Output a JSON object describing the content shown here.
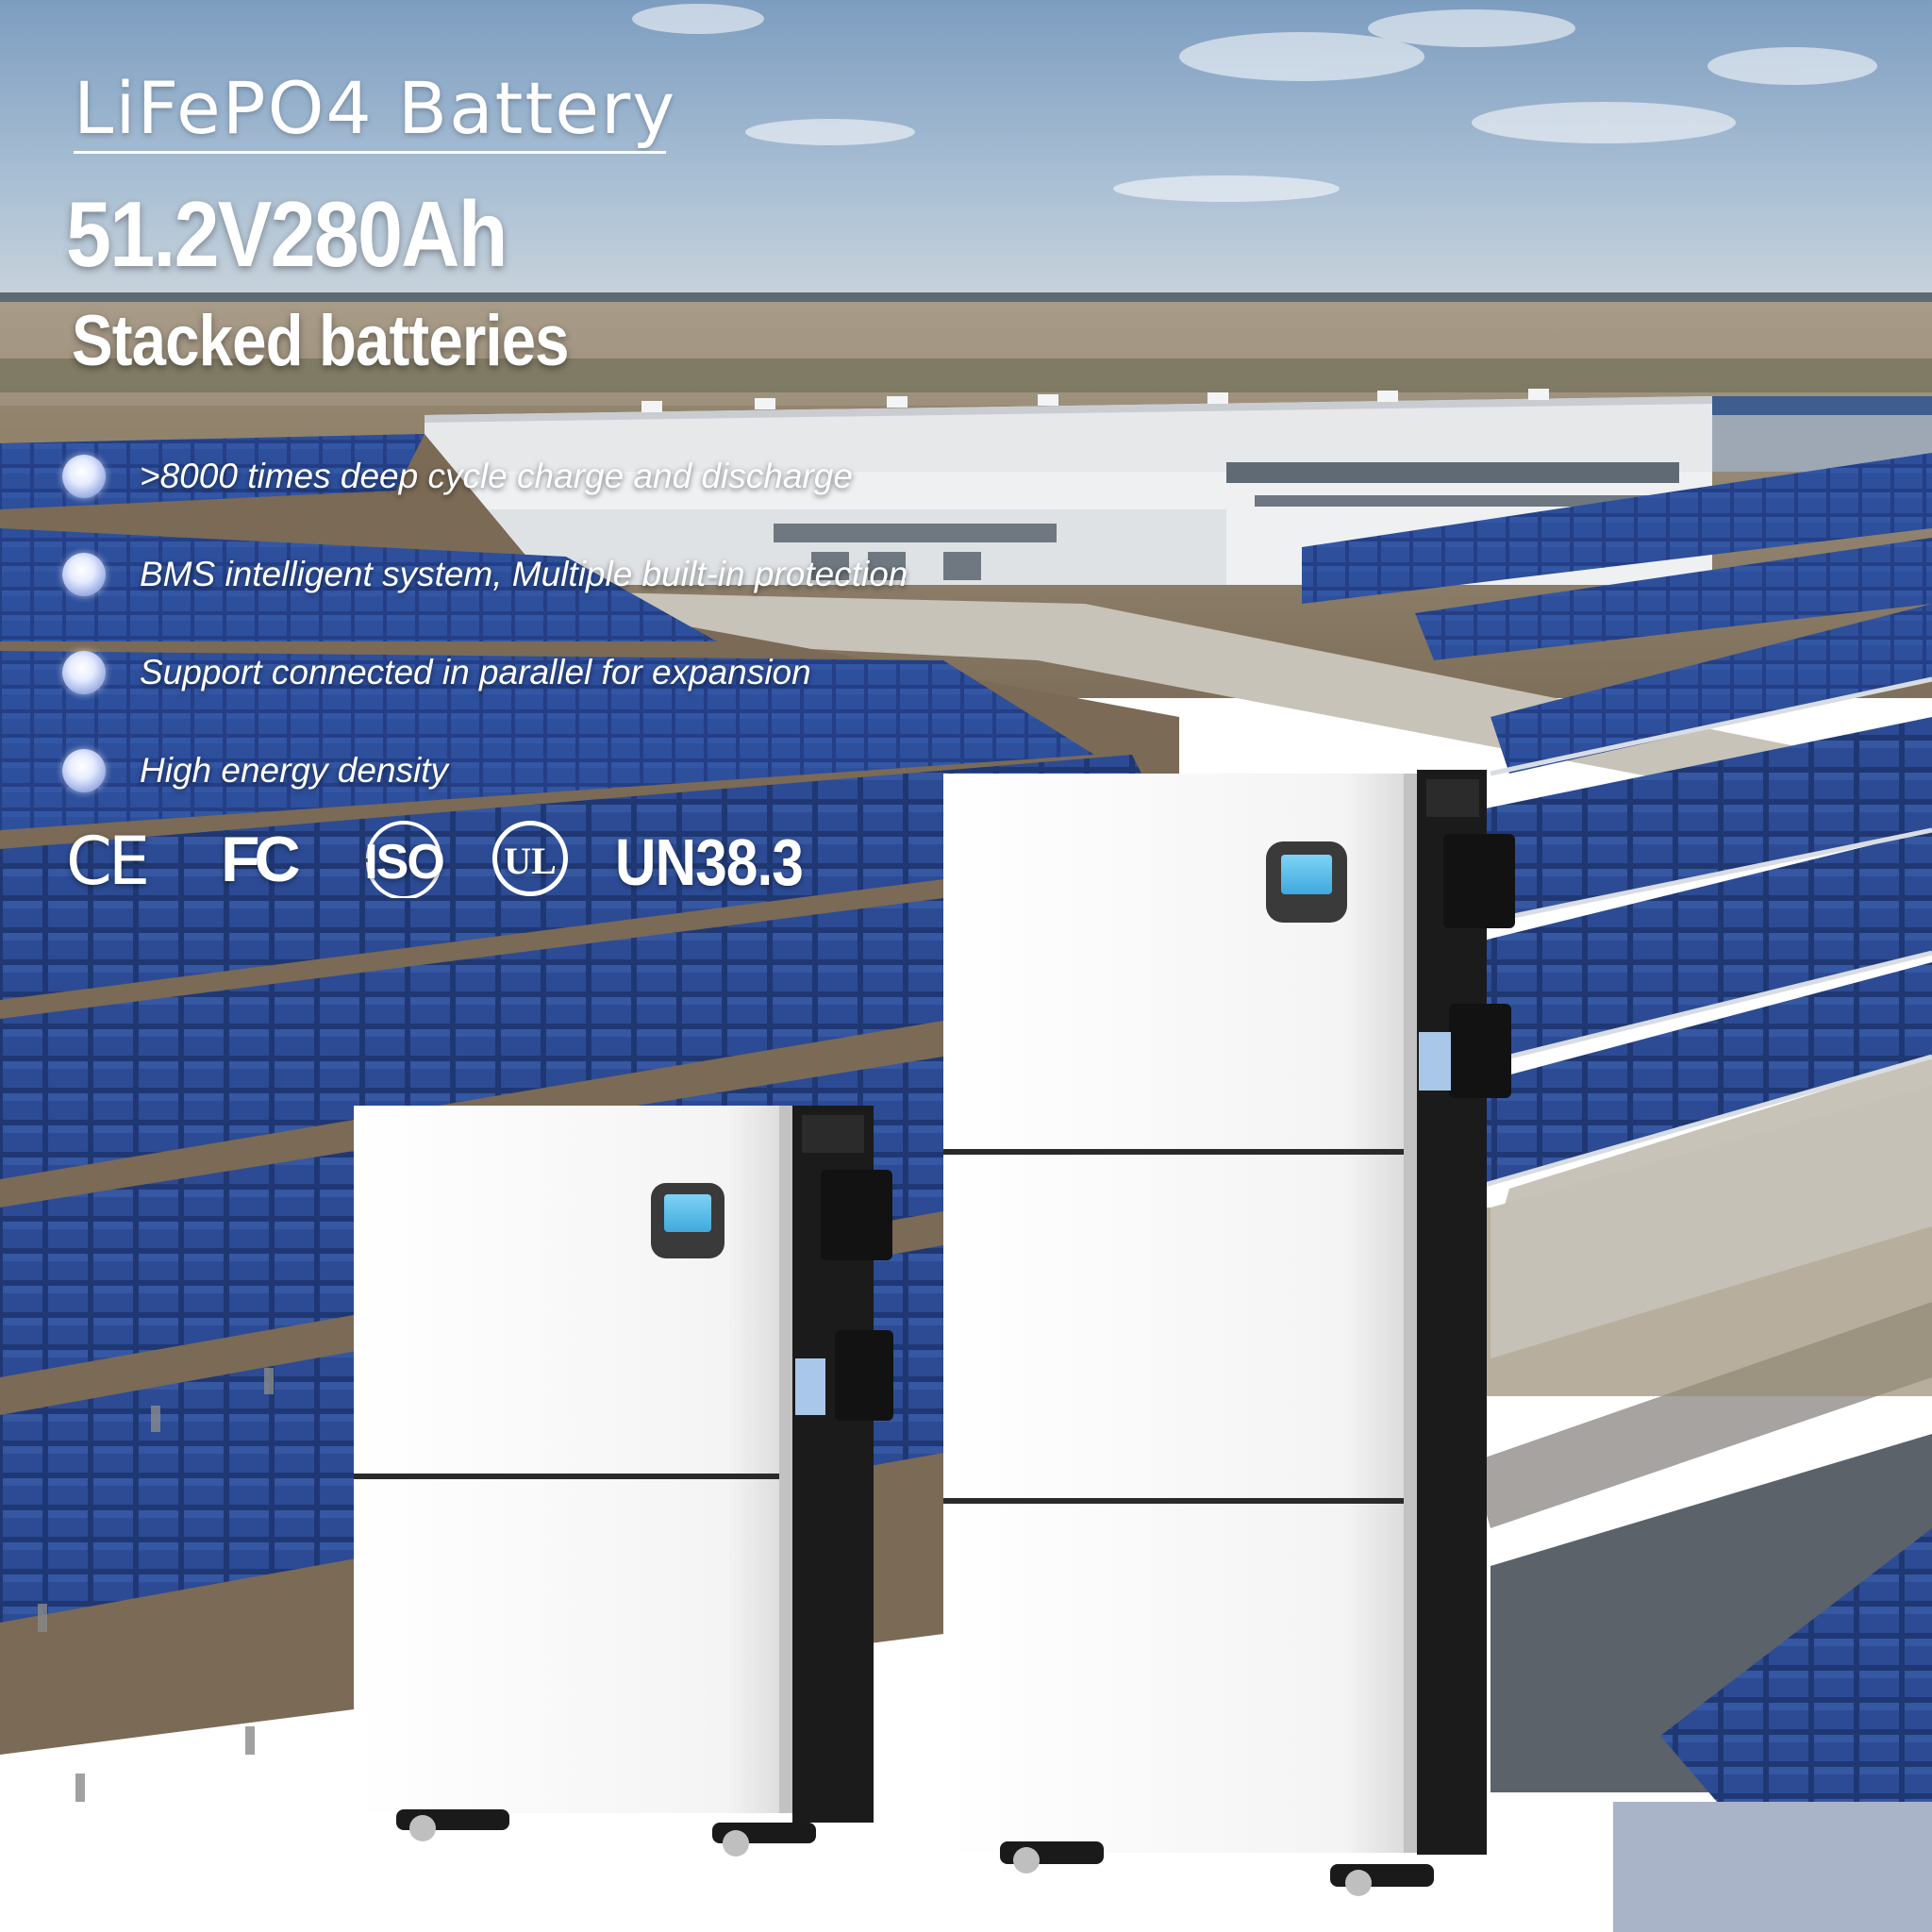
{
  "header": {
    "title": "LiFePO4 Battery",
    "spec": "51.2V280Ah",
    "subtitle": "Stacked batteries"
  },
  "features": [
    ">8000 times deep cycle charge and discharge",
    "BMS intelligent system, Multiple built-in protection",
    "Support connected in parallel for expansion",
    "High energy density"
  ],
  "certifications": {
    "ce": "CE",
    "fcc": "FC",
    "iso": "ISO",
    "ul": "UL",
    "un": "UN38.3"
  },
  "colors": {
    "text": "#ffffff",
    "sky": "#9cb4cc",
    "panel": "#1f3c7a",
    "battery_body": "#f7f7f7",
    "battery_column": "#1b1b1b",
    "display": "#5fc4f0"
  }
}
